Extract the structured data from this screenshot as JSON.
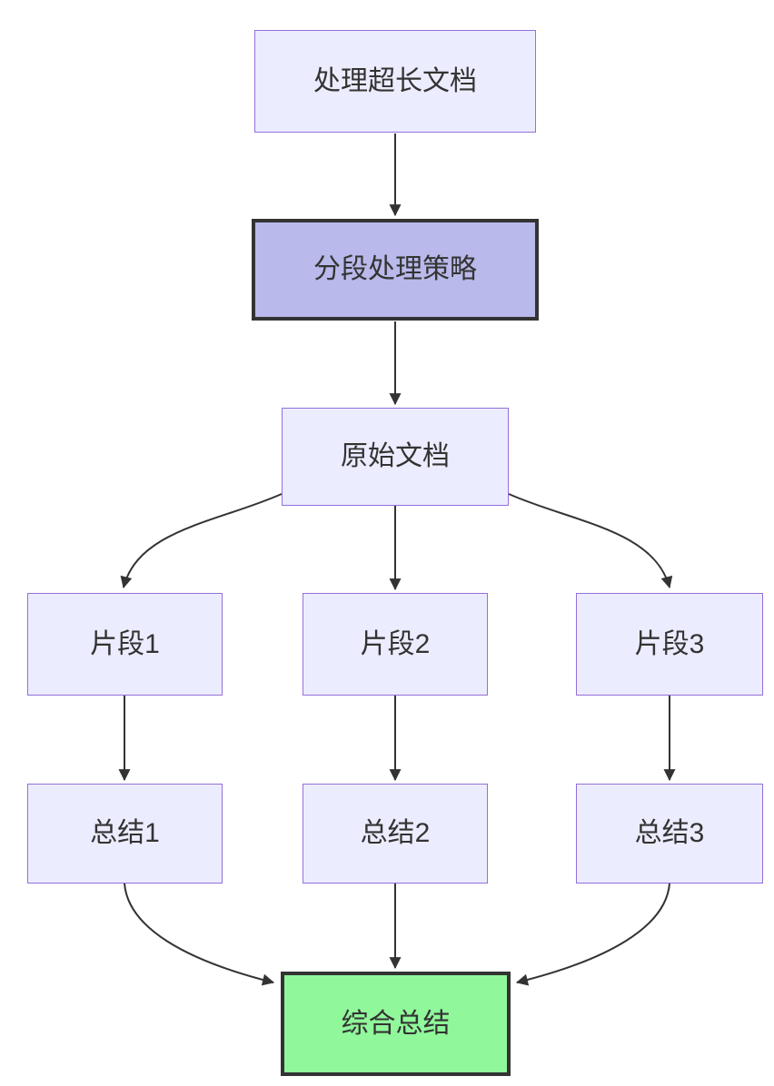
{
  "diagram": {
    "type": "flowchart",
    "direction": "top-down",
    "background": "#ffffff",
    "colors": {
      "default_fill": "#ececff",
      "default_border": "#9370db",
      "strategy_fill": "#b9b9eb",
      "strategy_border": "#333333",
      "final_fill": "#90f79a",
      "final_border": "#333333",
      "edge_color": "#333333",
      "text_color": "#333333"
    },
    "nodes": {
      "title": {
        "label": "处理超长文档",
        "style": "default"
      },
      "strategy": {
        "label": "分段处理策略",
        "style": "highlight-purple"
      },
      "source": {
        "label": "原始文档",
        "style": "default"
      },
      "fragment1": {
        "label": "片段1",
        "style": "default"
      },
      "fragment2": {
        "label": "片段2",
        "style": "default"
      },
      "fragment3": {
        "label": "片段3",
        "style": "default"
      },
      "summary1": {
        "label": "总结1",
        "style": "default"
      },
      "summary2": {
        "label": "总结2",
        "style": "default"
      },
      "summary3": {
        "label": "总结3",
        "style": "default"
      },
      "final": {
        "label": "综合总结",
        "style": "highlight-green"
      }
    },
    "edges": [
      {
        "from": "title",
        "to": "strategy"
      },
      {
        "from": "strategy",
        "to": "source"
      },
      {
        "from": "source",
        "to": "fragment1"
      },
      {
        "from": "source",
        "to": "fragment2"
      },
      {
        "from": "source",
        "to": "fragment3"
      },
      {
        "from": "fragment1",
        "to": "summary1"
      },
      {
        "from": "fragment2",
        "to": "summary2"
      },
      {
        "from": "fragment3",
        "to": "summary3"
      },
      {
        "from": "summary1",
        "to": "final"
      },
      {
        "from": "summary2",
        "to": "final"
      },
      {
        "from": "summary3",
        "to": "final"
      }
    ]
  }
}
